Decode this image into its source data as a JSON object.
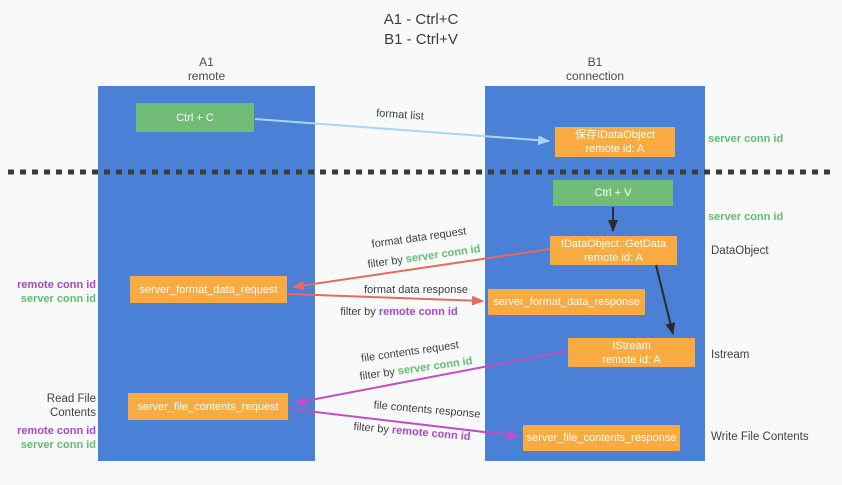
{
  "title": {
    "line1": "A1 - Ctrl+C",
    "line2": "B1 - Ctrl+V"
  },
  "columns": {
    "a1": {
      "name": "A1",
      "role": "remote"
    },
    "b1": {
      "name": "B1",
      "role": "connection"
    }
  },
  "nodes": {
    "ctrl_c": {
      "label": "Ctrl + C"
    },
    "ctrl_v": {
      "label": "Ctrl + V"
    },
    "save_idataobject": {
      "line1": "保存IDataObject",
      "line2": "remote id: A"
    },
    "getdata": {
      "line1": "IDataObject::GetData",
      "line2": "remote id: A"
    },
    "istream": {
      "line1": "IStream",
      "line2": "remote id: A"
    },
    "server_format_data_request": {
      "label": "server_format_data_request"
    },
    "server_format_data_response": {
      "label": "server_format_data_response"
    },
    "server_file_contents_request": {
      "label": "server_file_contents_request"
    },
    "server_file_contents_response": {
      "label": "server_file_contents_response"
    }
  },
  "flows": {
    "format_list": {
      "label": "format list"
    },
    "format_data_request": {
      "label": "format data request",
      "filter_prefix": "filter by",
      "filter_key": "server conn id"
    },
    "format_data_response": {
      "label": "format data response",
      "filter_prefix": "filter by",
      "filter_key": "remote conn id"
    },
    "file_contents_request": {
      "label": "file contents request",
      "filter_prefix": "filter by",
      "filter_key": "server conn id"
    },
    "file_contents_response": {
      "label": "file contents response",
      "filter_prefix": "filter by",
      "filter_key": "remote conn id"
    }
  },
  "side_labels": {
    "server_conn_id_top_right": "server conn id",
    "server_conn_id_mid_right": "server conn id",
    "dataobject": "DataObject",
    "istream": "Istream",
    "write_file_contents": "Write File Contents",
    "read_file_contents": "Read File Contents",
    "left_pair_format": {
      "remote": "remote conn id",
      "server": "server conn id"
    },
    "left_pair_file": {
      "remote": "remote conn id",
      "server": "server conn id"
    }
  },
  "colors": {
    "lifeline_blue": "#4a80d5",
    "node_green": "#71bd78",
    "node_orange": "#f9ab41",
    "arrow_lightblue": "#a9d5f0",
    "arrow_red": "#e56a5f",
    "arrow_magenta": "#c24ec4",
    "arrow_black": "#2b2b2b",
    "text_green": "#62bd70",
    "text_purple": "#a848c8",
    "background": "#f8f9f9"
  }
}
